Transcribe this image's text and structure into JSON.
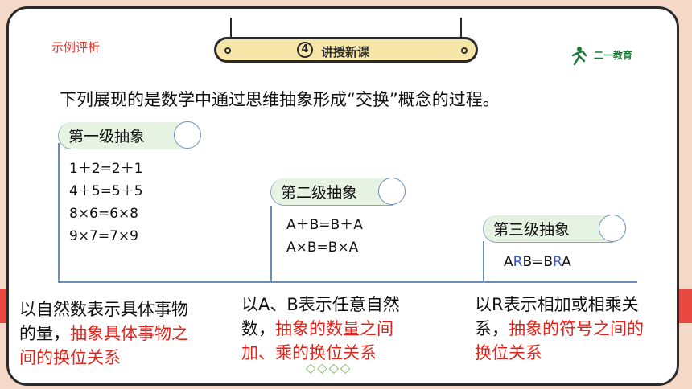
{
  "header": {
    "tag": "示例评析",
    "section_number": "4",
    "section_title": "讲授新课",
    "logo_text": "二一教育"
  },
  "intro": "下列展现的是数学中通过思维抽象形成“交换”概念的过程。",
  "levels": [
    {
      "title": "第一级抽象",
      "equations": [
        "1＋2=2＋1",
        "4＋5=5＋5",
        "8×6=6×8",
        "9×7=7×9"
      ]
    },
    {
      "title": "第二级抽象",
      "equations": [
        "A＋B=B＋A",
        "A×B=B×A"
      ]
    },
    {
      "title": "第三级抽象",
      "equation_parts": [
        "A",
        "R",
        "B=B",
        "R",
        "A"
      ]
    }
  ],
  "descriptions": [
    {
      "black": "以自然数表示具体事物的量，",
      "red": "抽象具体事物之间的换位关系"
    },
    {
      "black": "以A、B表示任意自然数，",
      "red": "抽象的数量之间加、乘的换位关系"
    },
    {
      "black": "以R表示相加或相乘关系，",
      "red": "抽象的符号之间的换位关系"
    }
  ],
  "colors": {
    "accent_red": "#e0241b",
    "variable_blue": "#3552d6",
    "banner_green": "#e6f3e3",
    "header_yellow": "#f6e6a8"
  },
  "decoration": "◇◇◇◇"
}
